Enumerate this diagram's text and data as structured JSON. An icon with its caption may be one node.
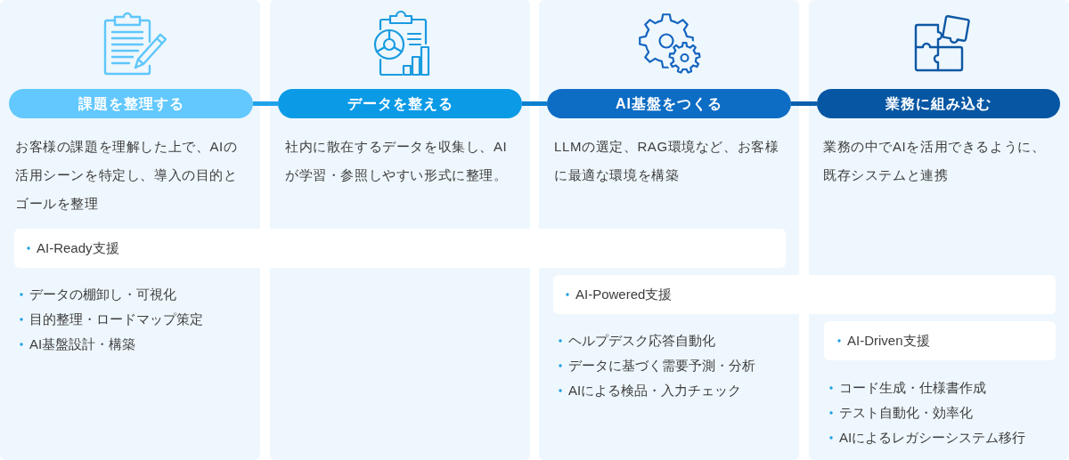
{
  "diagram": {
    "nodes": [
      {
        "text": [
          "お客様の課題を理解した上で、AIの活用シーンを特定し、導入の目的とゴールを整理",
          "データの棚卸し・可視化",
          "目的整理・ロードマップ策定",
          "AI基盤設計・構築"
        ]
      },
      {
        "text": [
          "課題を整理する"
        ],
        "in": 0
      },
      {
        "text": [
          "社内に散在するデータを収集し、AIが学習・参照しやすい形式に整理。"
        ]
      },
      {
        "text": [
          "データを整える"
        ],
        "in": 2
      },
      {
        "text": [
          "LLMの選定、RAG環境など、お客様に最適な環境を構築",
          "ヘルプデスク応答自動化",
          "データに基づく需要予測・分析",
          "AIによる検品・入力チェック"
        ]
      },
      {
        "text": [
          "AI基盤をつくる"
        ],
        "in": 4
      },
      {
        "text": [
          "業務の中でAIを活用できるように、既存システムと連携",
          "コード生成・仕様書作成",
          "テスト自動化・効率化",
          "AIによるレガシーシステム移行"
        ]
      },
      {
        "text": [
          "業務に組み込む"
        ],
        "in": 6
      },
      {
        "text": [
          "AI-Ready支援"
        ]
      },
      {
        "text": [
          "AI-Powered支援"
        ]
      },
      {
        "text": [
          "AI-Driven支援"
        ],
        "in": 6
      }
    ],
    "edges": [
      {
        "from": 1,
        "to": 3,
        "arrow": "none",
        "color": "#1ea3ea"
      },
      {
        "from": 3,
        "to": 5,
        "arrow": "none",
        "color": "#0a80cf"
      },
      {
        "from": 5,
        "to": 7,
        "arrow": "none",
        "color": "#0b5fae"
      }
    ]
  }
}
